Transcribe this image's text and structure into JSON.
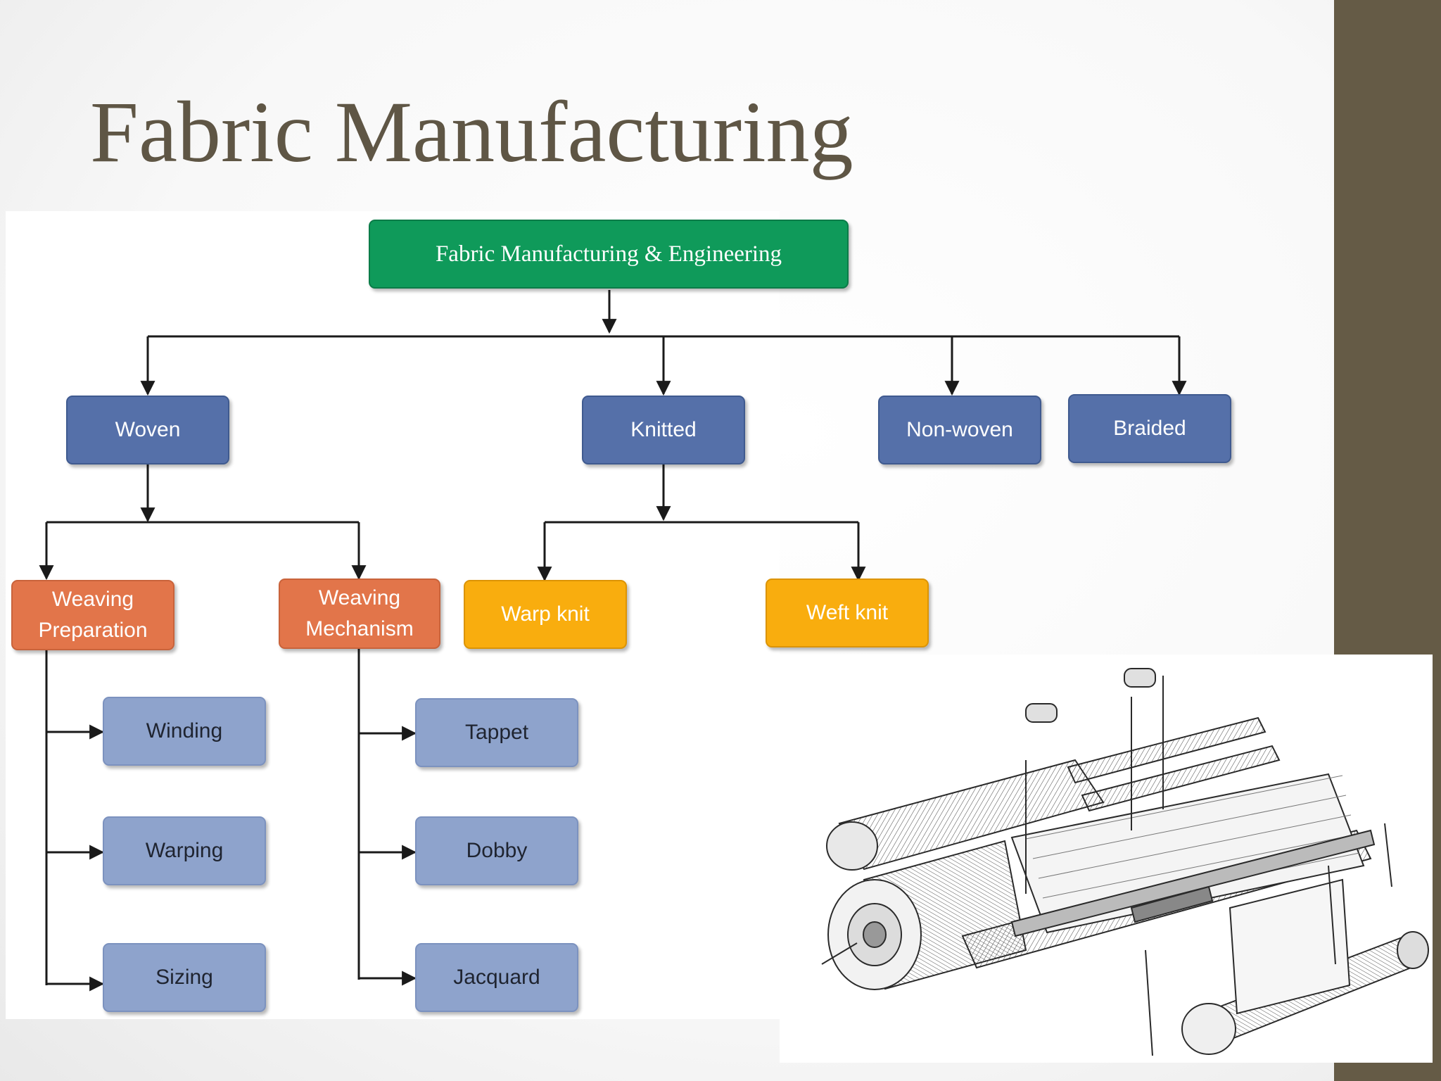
{
  "slide": {
    "title": "Fabric Manufacturing"
  },
  "diagram": {
    "root": "Fabric Manufacturing & Engineering",
    "categories": {
      "woven": "Woven",
      "knitted": "Knitted",
      "non_woven": "Non-woven",
      "braided": "Braided"
    },
    "woven_children": {
      "preparation_line1": "Weaving",
      "preparation_line2": "Preparation",
      "mechanism_line1": "Weaving",
      "mechanism_line2": "Mechanism"
    },
    "knitted_children": {
      "warp": "Warp knit",
      "weft": "Weft knit"
    },
    "preparation_steps": [
      "Winding",
      "Warping",
      "Sizing"
    ],
    "mechanism_types": [
      "Tappet",
      "Dobby",
      "Jacquard"
    ]
  },
  "colors": {
    "accent_bar": "#655b46",
    "title": "#5f5645",
    "root_box": "#0f9a5a",
    "category_box": "#5570a9",
    "woven_child_box": "#e2754a",
    "knit_child_box": "#f9ad0e",
    "leaf_box": "#8ea3cc"
  },
  "illustration": {
    "icon": "loom-illustration"
  }
}
